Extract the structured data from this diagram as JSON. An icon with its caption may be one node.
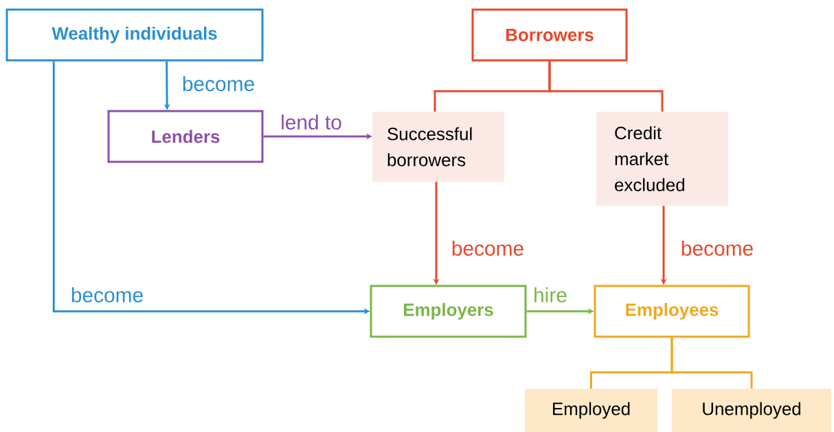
{
  "diagram": {
    "nodes": [
      {
        "text": [
          "Wealthy individuals"
        ]
      },
      {
        "text": [
          "Borrowers"
        ]
      },
      {
        "text": [
          "Lenders"
        ]
      },
      {
        "text": [
          "Successful borrowers"
        ]
      },
      {
        "text": [
          "Credit market excluded"
        ]
      },
      {
        "text": [
          "Employers"
        ]
      },
      {
        "text": [
          "Employees"
        ]
      },
      {
        "text": [
          "Employed"
        ]
      },
      {
        "text": [
          "Unemployed"
        ]
      }
    ],
    "edges": [
      {
        "from": 0,
        "to": 2,
        "arrow": "to",
        "label": "become",
        "color": "#2a8fd0"
      },
      {
        "from": 1,
        "to": 3,
        "arrow": "none",
        "color": "#e8482a"
      },
      {
        "from": 1,
        "to": 4,
        "arrow": "none",
        "color": "#e8482a"
      },
      {
        "from": 2,
        "to": 3,
        "arrow": "to",
        "label": "lend to",
        "color": "#8e4fa8"
      },
      {
        "from": 3,
        "to": 5,
        "arrow": "to",
        "label": "become",
        "color": "#e8482a"
      },
      {
        "from": 4,
        "to": 6,
        "arrow": "to",
        "label": "become",
        "color": "#e8482a"
      },
      {
        "from": 0,
        "to": 5,
        "arrow": "to",
        "label": "become",
        "color": "#2a8fd0"
      },
      {
        "from": 5,
        "to": 6,
        "arrow": "to",
        "label": "hire",
        "color": "#7ab648"
      },
      {
        "from": 6,
        "to": 7,
        "arrow": "none",
        "color": "#f0a81c"
      },
      {
        "from": 6,
        "to": 8,
        "arrow": "none",
        "color": "#f0a81c"
      }
    ]
  }
}
